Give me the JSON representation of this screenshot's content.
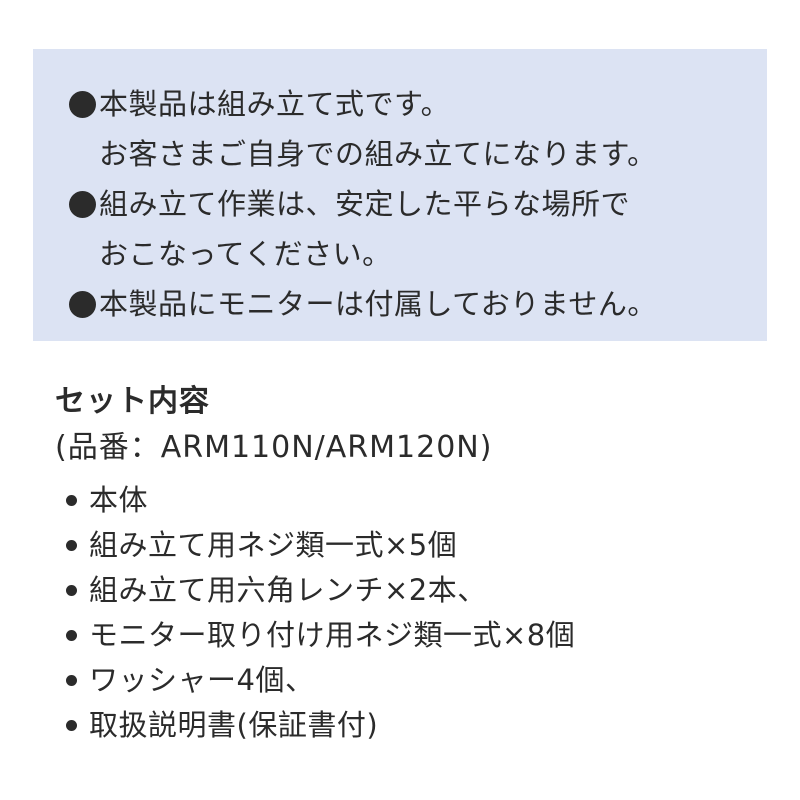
{
  "colors": {
    "notice_background": "#dce3f3",
    "text": "#2b2b2b",
    "page_background": "#ffffff"
  },
  "notice": {
    "bullet_icon": "black-circle-icon",
    "lines": [
      {
        "bullet": true,
        "text": "本製品は組み立て式です。"
      },
      {
        "bullet": false,
        "text": "お客さまご自身での組み立てになります。"
      },
      {
        "bullet": true,
        "text": "組み立て作業は、安定した平らな場所で"
      },
      {
        "bullet": false,
        "text": "おこなってください。"
      },
      {
        "bullet": true,
        "text": "本製品にモニターは付属しておりません。"
      }
    ]
  },
  "set_contents": {
    "title": "セット内容",
    "subtitle": "(品番：ARM110N/ARM120N)",
    "bullet_icon": "small-dot-icon",
    "items": [
      "本体",
      "組み立て用ネジ類一式×5個",
      "組み立て用六角レンチ×2本、",
      "モニター取り付け用ネジ類一式×8個",
      "ワッシャー4個、",
      "取扱説明書(保証書付)"
    ]
  }
}
